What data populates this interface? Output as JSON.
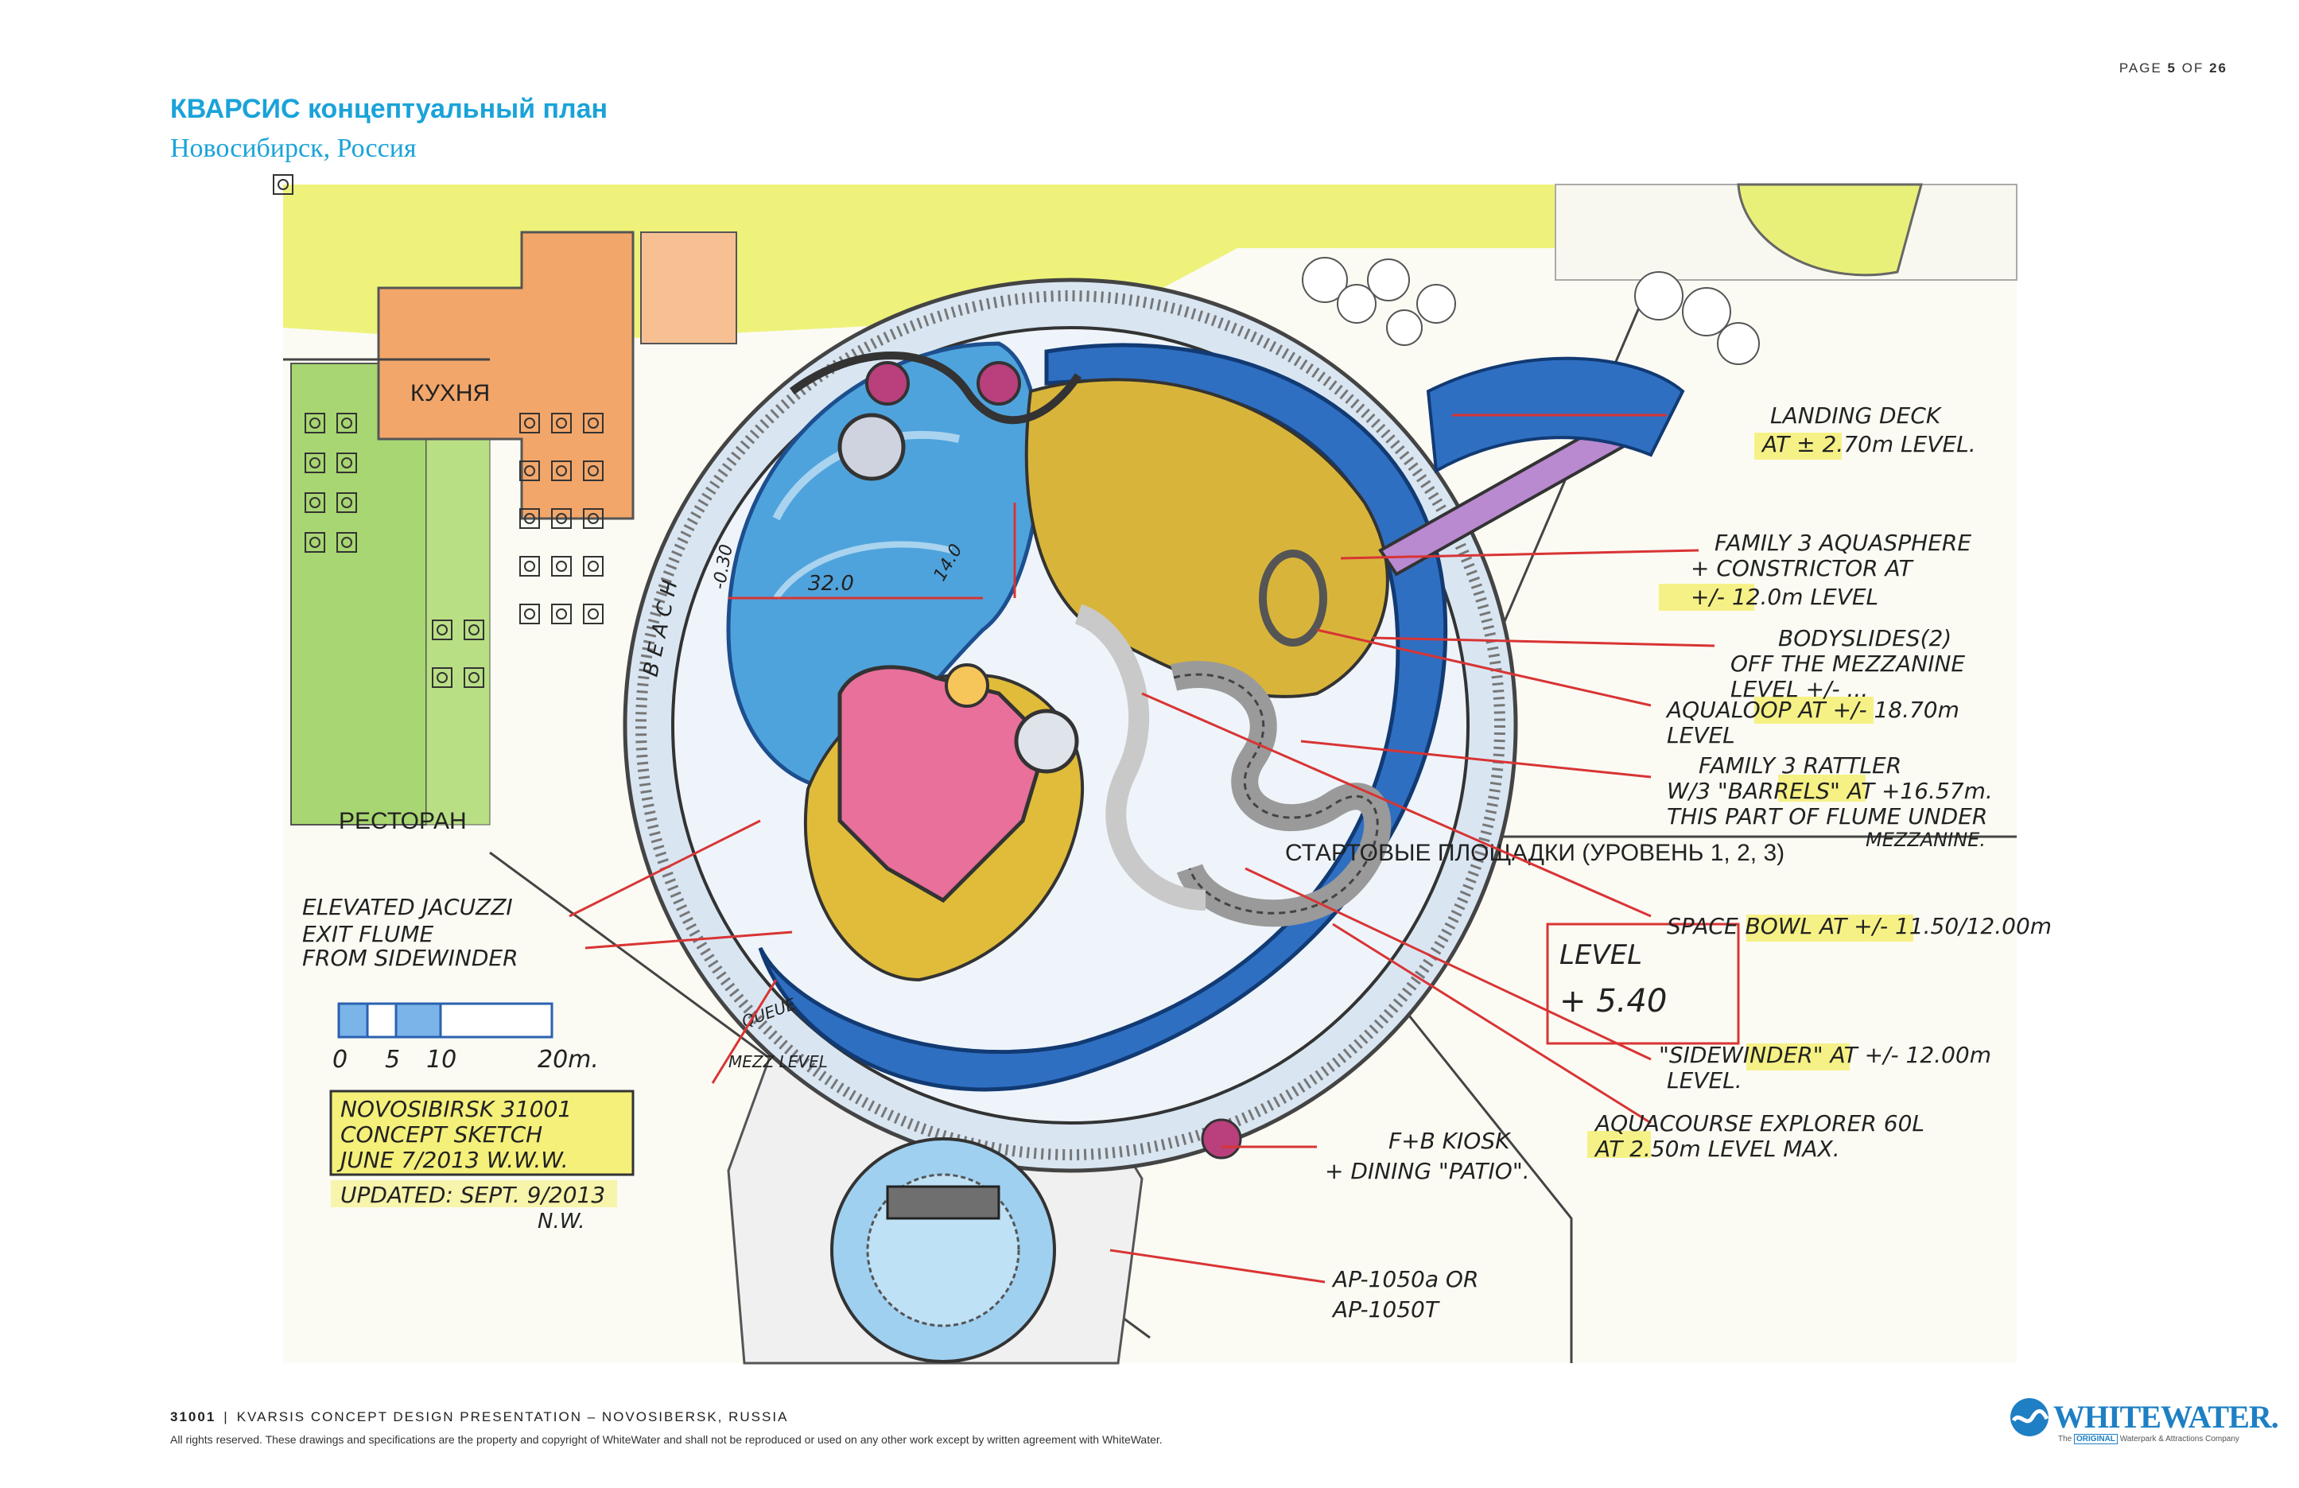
{
  "header": {
    "page_label": "PAGE",
    "page_current": "5",
    "page_of": "OF",
    "page_total": "26",
    "title": "КВАРСИС концептуальный план",
    "subtitle": "Новосибирск, Россия"
  },
  "plan_labels": {
    "kitchen": "КУХНЯ",
    "restaurant": "РЕСТОРАН",
    "beach": "B E A C H",
    "dim_320": "32.0",
    "dim_030": "-0.30",
    "dim_140": "14.0",
    "start_platforms": "СТАРТОВЫЕ ПЛОЩАДКИ (УРОВЕНЬ 1, 2, 3)",
    "queue": "QUEUE",
    "mezz_level": "MEZZ LEVEL"
  },
  "callouts": [
    {
      "line1": "LANDING DECK",
      "line2": "AT ± 2.70m LEVEL."
    },
    {
      "line1": "FAMILY 3 AQUASPHERE",
      "line2": "+ CONSTRICTOR AT",
      "line3": "+/- 12.0m LEVEL"
    },
    {
      "line1": "BODYSLIDES(2)",
      "line2": "OFF THE MEZZANINE",
      "line3": "LEVEL +/- ..."
    },
    {
      "line1": "AQUALOOP AT +/- 18.70m",
      "line2": "LEVEL"
    },
    {
      "line1": "FAMILY 3 RATTLER",
      "line2": "W/3 \"BARRELS\" AT +16.57m.",
      "line3": "THIS PART OF FLUME UNDER",
      "line4": "MEZZANINE."
    },
    {
      "line1": "SPACE BOWL AT +/- 11.50/12.00m"
    },
    {
      "line1": "\"SIDEWINDER\" AT +/- 12.00m",
      "line2": "LEVEL."
    },
    {
      "line1": "AQUACOURSE EXPLORER 60L",
      "line2": "AT 2.50m LEVEL MAX."
    },
    {
      "line1": "F+B KIOSK",
      "line2": "+ DINING \"PATIO\"."
    },
    {
      "line1": "AP-1050a OR",
      "line2": "AP-1050T"
    },
    {
      "line1": "ELEVATED JACUZZI"
    },
    {
      "line1": "EXIT FLUME",
      "line2": "FROM SIDEWINDER"
    }
  ],
  "level_box": {
    "line1": "LEVEL",
    "line2": "+ 5.40"
  },
  "scale": {
    "t0": "0",
    "t5": "5",
    "t10": "10",
    "t20": "20m."
  },
  "sketch_note": {
    "line1": "NOVOSIBIRSK 31001",
    "line2": "CONCEPT SKETCH",
    "line3": "JUNE 7/2013 W.W.W.",
    "line4": "UPDATED: SEPT. 9/2013",
    "line5": "N.W."
  },
  "footer": {
    "project_code": "31001",
    "separator": "|",
    "project_title": "KVARSIS CONCEPT DESIGN PRESENTATION – NOVOSIBERSK, RUSSIA",
    "rights": "All rights reserved. These drawings and specifications are the property and copyright of WhiteWater and shall not be reproduced or used on any other work except by written agreement with WhiteWater."
  },
  "logo": {
    "wordmark": "WHITEWATER.",
    "tag_prefix": "The",
    "tag_box": "ORIGINAL",
    "tag_suffix": "Waterpark & Attractions Company"
  },
  "colors": {
    "accent_blue": "#1aa3d9",
    "water_blue": "#4fa3dc",
    "deep_water": "#2f6fc2",
    "slide_yellow": "#d8b53a",
    "pink": "#e8709a",
    "annotation_red": "#d93434",
    "highlight_yellow": "#f5f07a",
    "restaurant_green": "#9fd06a",
    "kitchen_orange": "#f2a66a"
  }
}
